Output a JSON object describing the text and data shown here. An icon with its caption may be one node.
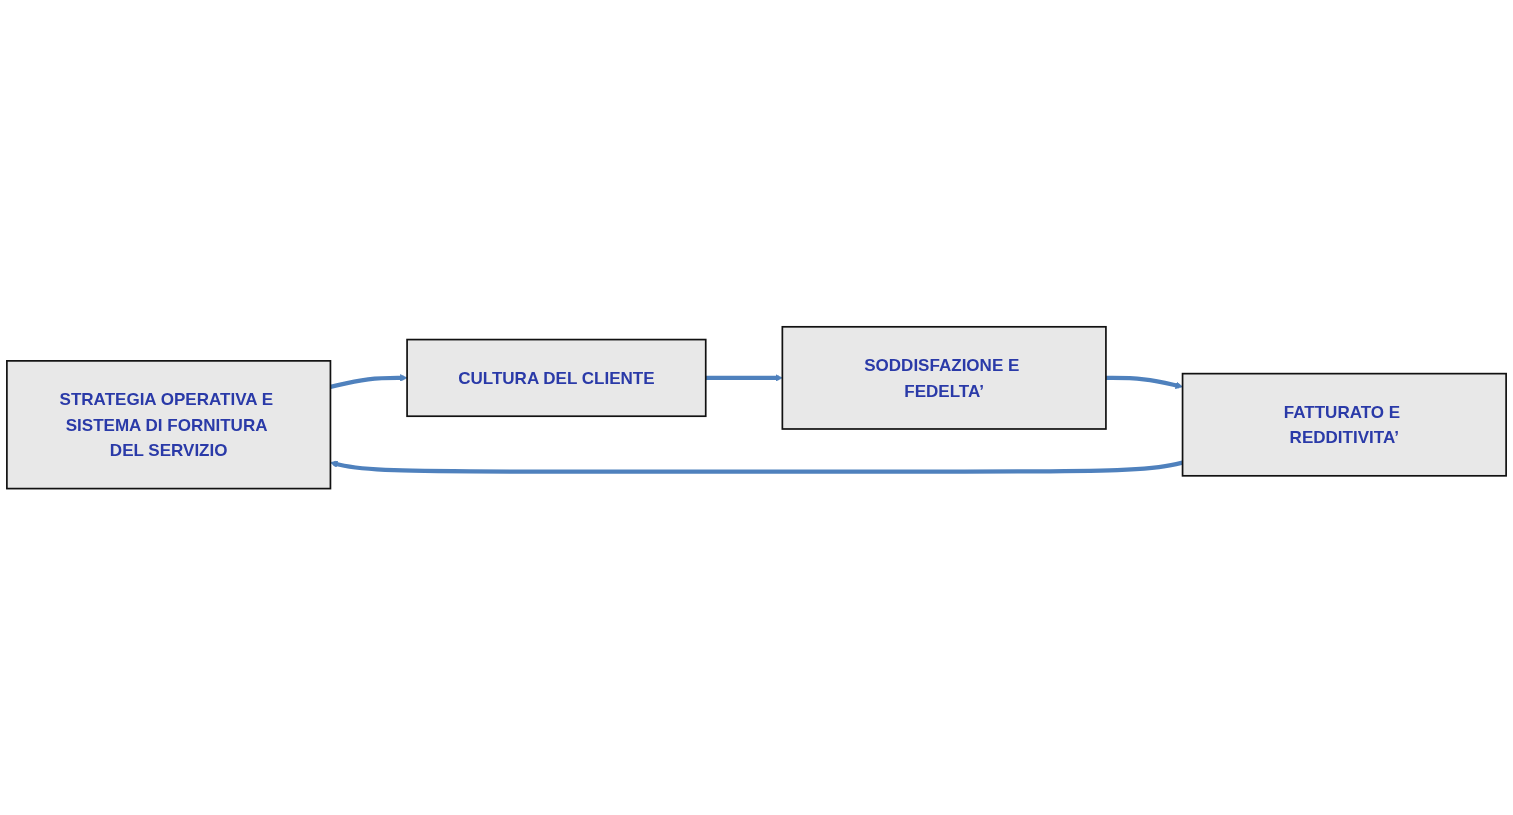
{
  "diagram": {
    "nodes": [
      {
        "text": [
          "STRATEGIA OPERATIVA E SISTEMA DI FORNITURA DEL SERVIZIO"
        ]
      },
      {
        "text": [
          "CULTURA DEL CLIENTE"
        ]
      },
      {
        "text": [
          "SODDISFAZIONE E FEDELTA’"
        ]
      },
      {
        "text": [
          "FATTURATO E REDDITIVITA’"
        ]
      }
    ],
    "edges": [
      {
        "from": 0,
        "to": 1,
        "arrow": "to"
      },
      {
        "from": 1,
        "to": 2,
        "arrow": "to"
      },
      {
        "from": 2,
        "to": 3,
        "arrow": "to"
      },
      {
        "from": 3,
        "to": 0,
        "arrow": "to"
      }
    ]
  }
}
